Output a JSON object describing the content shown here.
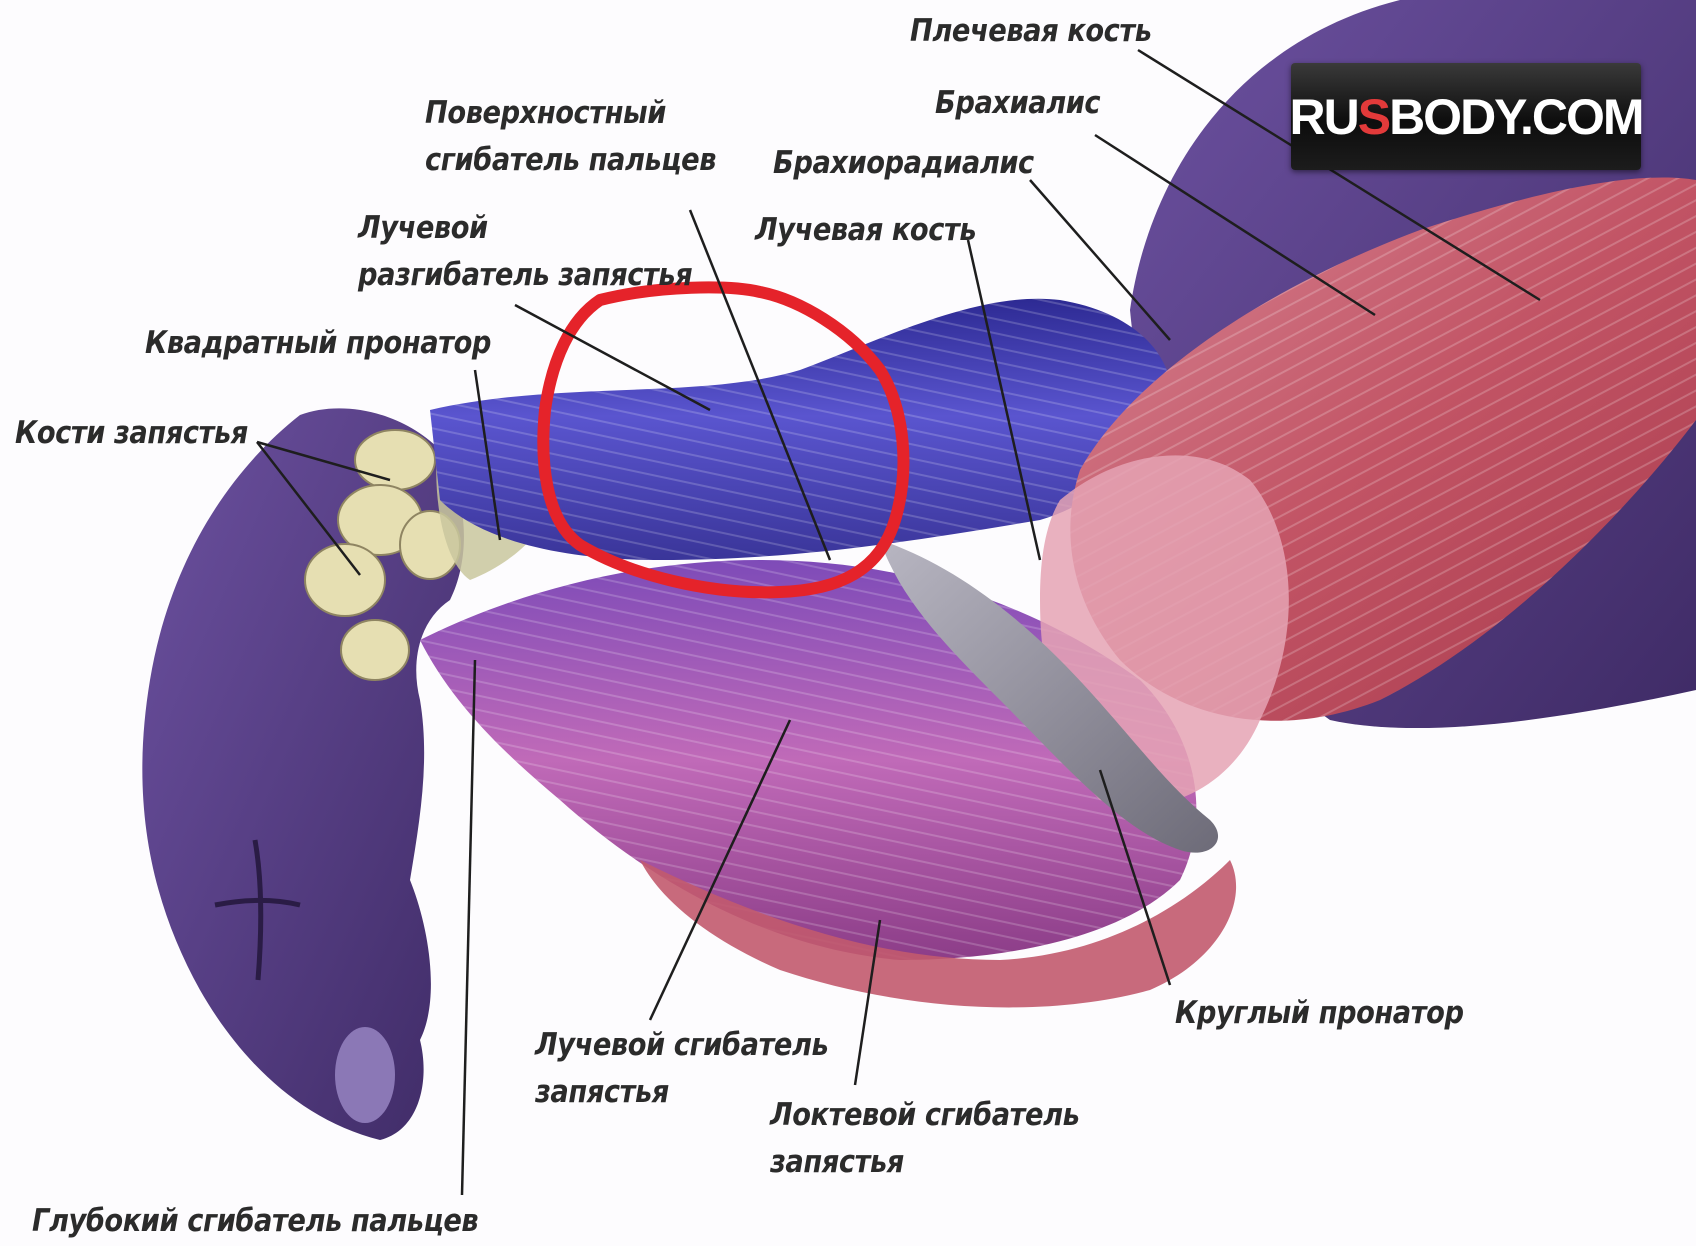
{
  "labels": {
    "humerus": "Плечевая кость",
    "brachialis": "Брахиалис",
    "brachioradialis": "Брахиорадиалис",
    "radius": "Лучевая кость",
    "fds_line1": "Поверхностный",
    "fds_line2": "сгибатель пальцев",
    "ecr_line1": "Лучевой",
    "ecr_line2": "разгибатель запястья",
    "pronator_quadratus": "Квадратный пронатор",
    "carpal_bones": "Кости запястья",
    "pronator_teres": "Круглый пронатор",
    "fcr_line1": "Лучевой сгибатель",
    "fcr_line2": "запястья",
    "fcu_line1": "Локтевой сгибатель",
    "fcu_line2": "запястья",
    "fdp": "Глубокий сгибатель пальцев"
  },
  "watermark": {
    "part1": "RU",
    "part2": "S",
    "part3": "BODY.COM"
  },
  "colors": {
    "background": "#fdfcfe",
    "skin_purple": "#5a3f85",
    "muscle_blue": "#4a45b8",
    "muscle_magenta": "#b65aa8",
    "muscle_red": "#c45a6a",
    "bone": "#e6dfb2",
    "tendon_grey": "#8a8a92",
    "highlight_circle": "#e5232a",
    "leader_line": "#1e1e1e",
    "logo_red": "#e23a3a"
  }
}
